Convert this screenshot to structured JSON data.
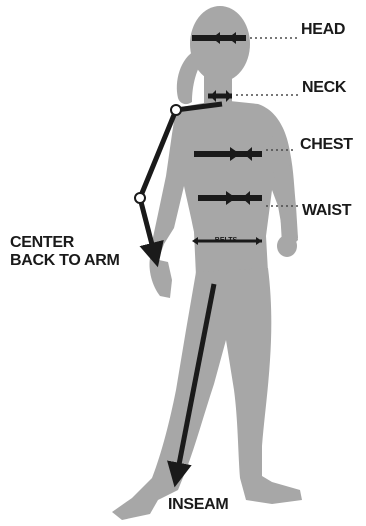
{
  "labels": {
    "head": "HEAD",
    "neck": "NECK",
    "chest": "CHEST",
    "waist": "WAIST",
    "center_back_line1": "CENTER",
    "center_back_line2": "BACK TO ARM",
    "belts": "BELTS",
    "inseam": "INSEAM"
  },
  "colors": {
    "silhouette": "#a7a7a7",
    "silhouette_shade": "#9c9c9c",
    "arrow": "#1a1a1a",
    "dotted_leader": "#4a4a4a",
    "background": "#ffffff"
  }
}
